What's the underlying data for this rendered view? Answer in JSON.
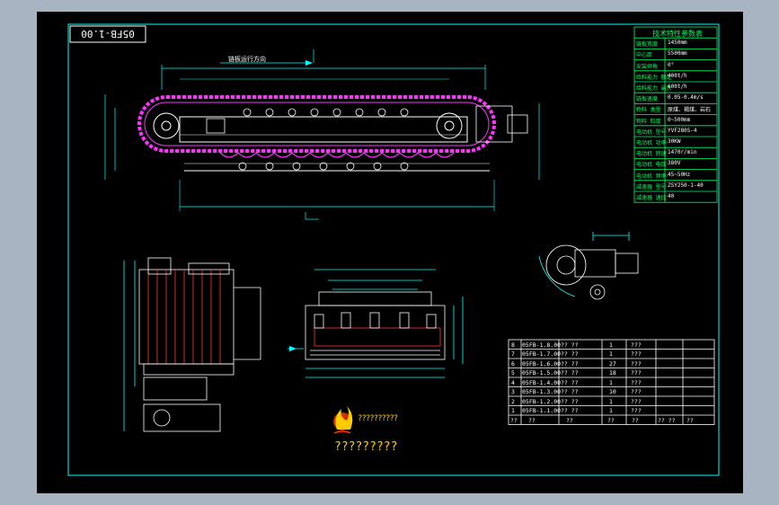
{
  "drawing_number": "05FB-1.00",
  "travel_direction_label": "链板运行方向",
  "spec_table": {
    "title": "技术特性参数表",
    "rows": [
      [
        "链板宽度",
        "1450mm"
      ],
      [
        "中心距",
        "5500mm"
      ],
      [
        "安装倾角",
        "0°"
      ],
      [
        "给料能力 额定",
        "400t/h"
      ],
      [
        "给料能力 最大",
        "600t/h"
      ],
      [
        "链板速度",
        "0.05-0.4m/s"
      ],
      [
        "物料 类型",
        "原煤、褐煤、岩石"
      ],
      [
        "物料 粒度",
        "0~500mm"
      ],
      [
        "电动机 型号",
        "YVF280S-4"
      ],
      [
        "电动机 功率",
        "30KW"
      ],
      [
        "电动机 转速",
        "1470r/min"
      ],
      [
        "电动机 电压",
        "380V"
      ],
      [
        "电动机 频率",
        "45~50Hz"
      ],
      [
        "减速器 型号",
        "ZSY250-1-40"
      ],
      [
        "减速器 速比",
        "40"
      ]
    ]
  },
  "parts_table": {
    "rows": [
      [
        "8",
        "05FB-1.8.00",
        "?? ??",
        "1",
        "???"
      ],
      [
        "7",
        "05FB-1.7.00",
        "?? ??",
        "1",
        "???"
      ],
      [
        "6",
        "05FB-1.6.00",
        "?? ??",
        "27",
        "???"
      ],
      [
        "5",
        "05FB-1.5.00",
        "?? ??",
        "18",
        "???"
      ],
      [
        "4",
        "05FB-1.4.00",
        "?? ??",
        "1",
        "???"
      ],
      [
        "3",
        "05FB-1.3.00",
        "?? ??",
        "10",
        "???"
      ],
      [
        "2",
        "05FB-1.2.00",
        "?? ??",
        "1",
        "???"
      ],
      [
        "1",
        "05FB-1.1.00",
        "?? ??",
        "1",
        "???"
      ]
    ],
    "header": [
      "??",
      "??",
      "??",
      "??",
      "??",
      "?? ??",
      "??"
    ]
  },
  "logo_caption": "??????????",
  "logo_bottom_text": "?????????",
  "colors": {
    "background": "#a9b4c3",
    "drawing_bg": "#000000",
    "frame": "#00ffff",
    "chain": "#ff33ff",
    "table": "#00ff66",
    "line": "#ffffff",
    "logo_text": "#ffcc00"
  }
}
